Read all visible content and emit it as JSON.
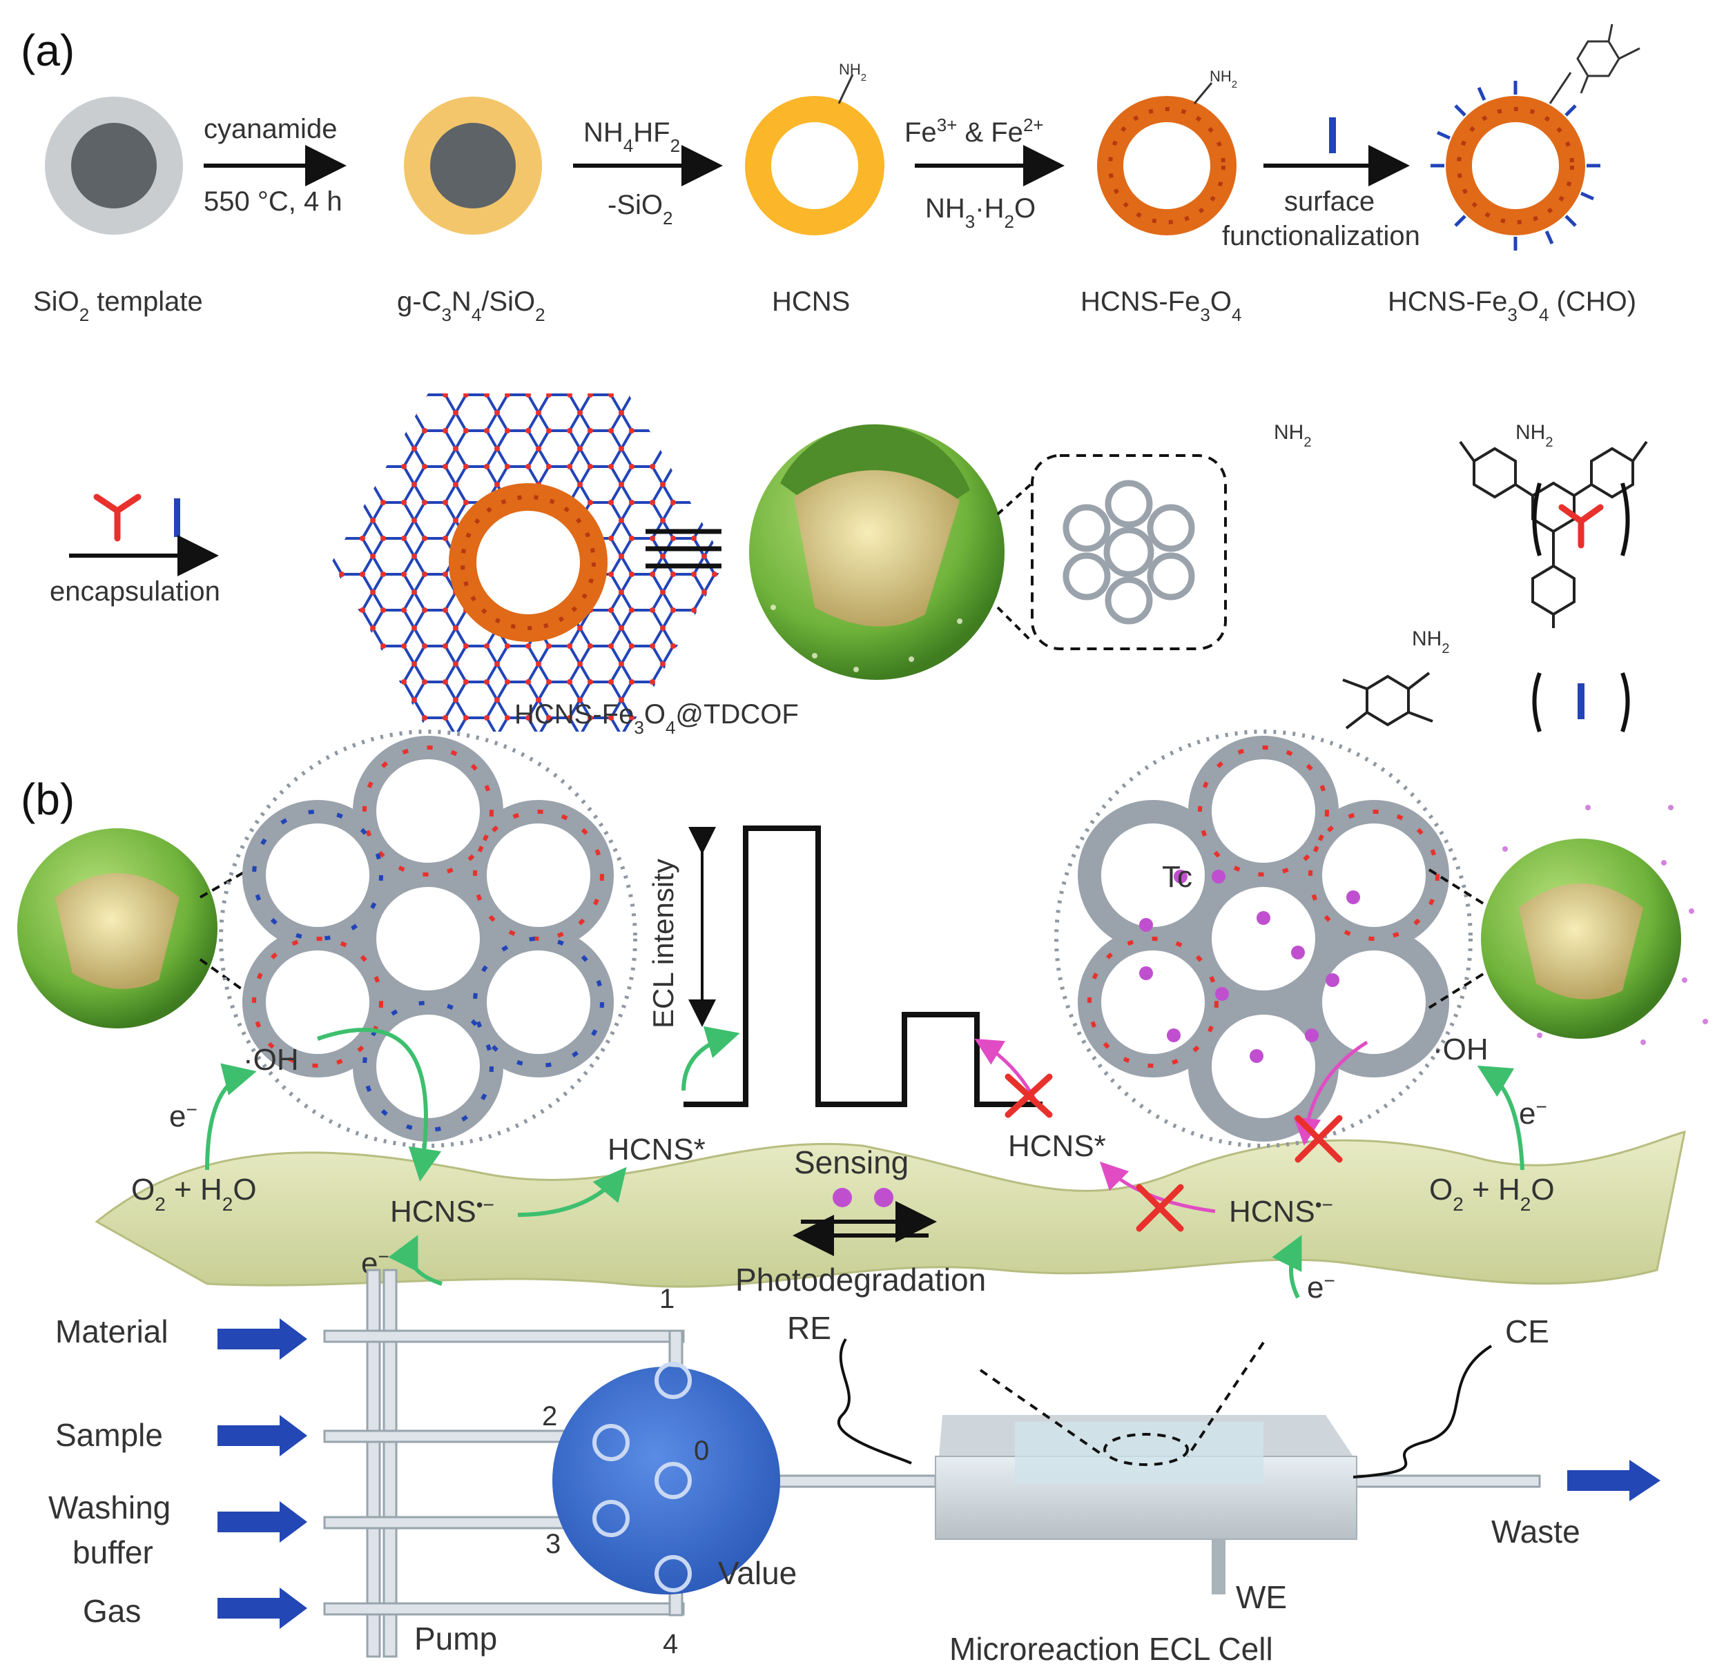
{
  "panel_a": {
    "label": "(a)",
    "steps": [
      {
        "top": "cyanamide",
        "bottom": "550 °C, 4 h"
      },
      {
        "top": "NH",
        "top_sub": "4",
        "top_rest": "HF",
        "top_sub2": "2",
        "bottom": "-SiO",
        "bottom_sub": "2"
      },
      {
        "top": "Fe",
        "top_sup": "3+",
        "top_mid": " & Fe",
        "top_sup2": "2+",
        "bottom": "NH",
        "bottom_sub": "3",
        "bottom_rest": "·H",
        "bottom_sub2": "2",
        "bottom_rest2": "O"
      },
      {
        "top": "surface",
        "bottom": "functionalization"
      }
    ],
    "products": {
      "silica_a": "SiO",
      "silica_sub": "2",
      "silica_b": " template",
      "gcn_a": "g-C",
      "gcn_sub1": "3",
      "gcn_b": "N",
      "gcn_sub2": "4",
      "gcn_c": "/SiO",
      "gcn_sub3": "2",
      "hcns": "HCNS",
      "hcnsfe_a": "HCNS-Fe",
      "hcnsfe_sub1": "3",
      "hcnsfe_b": "O",
      "hcnsfe_sub2": "4",
      "cho_a": "HCNS-Fe",
      "cho_sub1": "3",
      "cho_b": "O",
      "cho_sub2": "4",
      "cho_c": " (CHO)"
    },
    "nh2": "NH",
    "nh2_sub": "2",
    "encapsulation": "encapsulation",
    "tdcof_a": "HCNS-Fe",
    "tdcof_sub1": "3",
    "tdcof_b": "O",
    "tdcof_sub2": "4",
    "tdcof_c": "@TDCOF",
    "monomer_label": "NH",
    "monomer_sub": "2"
  },
  "panel_b": {
    "label": "(b)",
    "ecl_axis": "ECL intensity",
    "oh_left": "·OH",
    "oh_right": "·OH",
    "electron": "e",
    "electron_sup": "−",
    "o2_a": "O",
    "o2_sub1": "2",
    "o2_b": " + H",
    "o2_sub2": "2",
    "o2_c": "O",
    "hcns_star": "HCNS*",
    "hcns_radical": "HCNS",
    "hcns_radical_sup": "•−",
    "sensing": "Sensing",
    "photodeg": "Photodegradation",
    "tc": "Tc",
    "inlets": [
      "Material",
      "Sample",
      "Washing",
      "buffer",
      "Gas"
    ],
    "ports": [
      "1",
      "2",
      "0",
      "3",
      "4"
    ],
    "pump": "Pump",
    "valve": "Value",
    "re": "RE",
    "ce": "CE",
    "we": "WE",
    "waste": "Waste",
    "cell": "Microreaction ECL Cell"
  },
  "colors": {
    "silica_outer": "#c9cdd0",
    "silica_core": "#5e6367",
    "gcn": "#f3c66b",
    "hcns": "#fbb62a",
    "fe3o4": "#e06a18",
    "cof_red": "#e8312c",
    "cof_blue": "#2244b8",
    "sheet": "#dfe3b6",
    "arrow_green": "#3dbf6e",
    "arrow_pink": "#e14cc4",
    "tc_purple": "#c04fd0",
    "valve_blue": "#3c6fd0",
    "flow_arrow": "#2347b4",
    "sphere_green": "#7cc043"
  }
}
